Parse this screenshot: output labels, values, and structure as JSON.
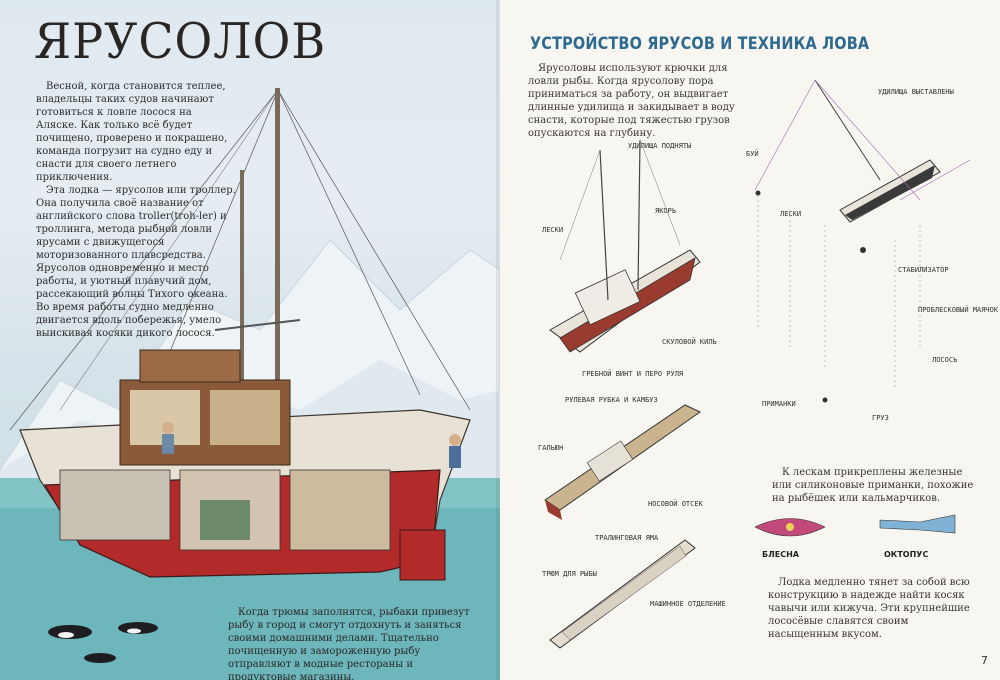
{
  "left": {
    "title": "ЯРУСОЛОВ",
    "intro_p1": "Весной, когда становится теплее, владельцы таких судов начинают готовиться к ловле лосося на Аляске. Как только всё будет почищено, проверено и покрашено, команда погрузит на судно еду и снасти для своего летнего приключения.",
    "intro_p2": "Эта лодка — ярусолов или троллер. Она получила своё название от английского слова troller(troh-ler) и троллинга, метода рыбной ловли ярусами с движущегося моторизованного плавсредства. Ярусолов одновременно и место работы, и уютный плавучий дом, рассекающий волны Тихого океана. Во время работы судно медленно двигается вдоль побережья, умело выискивая косяки дикого лосося.",
    "outro": "Когда трюмы заполнятся, рыбаки привезут рыбу в город и смогут отдохнуть и заняться своими домашними делами. Тщательно почищенную и замороженную рыбу отправляют в модные рестораны и продуктовые магазины."
  },
  "right": {
    "title": "УСТРОЙСТВО ЯРУСОВ И ТЕХНИКА ЛОВА",
    "text1": "Ярусоловы используют крючки для ловли рыбы. Когда ярусолову пора приниматься за работу, он выдвигает длинные удилища и закидывает в воду снасти, которые под тяжестью грузов опускаются на глубину.",
    "text2": "К лескам прикреплены железные или силиконовые приманки, похожие на рыбёшек или кальмарчиков.",
    "text3": "Лодка медленно тянет за собой всю конструкцию в надежде найти косяк чавычи или кижуча. Эти крупнейшие лососёвые славятся своим насыщенным вкусом.",
    "labels": {
      "rods_raised": "УДИЛИЩА ПОДНЯТЫ",
      "lines_a": "ЛЕСКИ",
      "anchor": "ЯКОРЬ",
      "bilge_keel": "СКУЛОВОЙ КИЛЬ",
      "propeller": "ГРЕБНОЙ ВИНТ И ПЕРО РУЛЯ",
      "wheelhouse": "РУЛЕВАЯ РУБКА И КАМБУЗ",
      "galley": "ГАЛЬЮН",
      "bow": "НОСОВОЙ ОТСЕК",
      "trawl_hold": "ТРАЛИНГОВАЯ ЯМА",
      "fish_hold": "ТРЮМ ДЛЯ РЫБЫ",
      "engine_room": "МАШИННОЕ ОТДЕЛЕНИЕ",
      "rods_extended": "УДИЛИЩА ВЫСТАВЛЕНЫ",
      "buoy": "БУЙ",
      "lines_b": "ЛЕСКИ",
      "stabilizer": "СТАБИЛИЗАТОР",
      "flasher": "ПРОБЛЕСКОВЫЙ МАЯЧОК",
      "salmon": "ЛОСОСЬ",
      "lures": "ПРИМАНКИ",
      "weight": "ГРУЗ",
      "spoon": "БЛЕСНА",
      "octopus": "ОКТОПУС"
    },
    "page_number": "7"
  },
  "colors": {
    "hull_red": "#b22a2a",
    "sea": "#5faeb5",
    "title_blue": "#2e6a8f"
  }
}
